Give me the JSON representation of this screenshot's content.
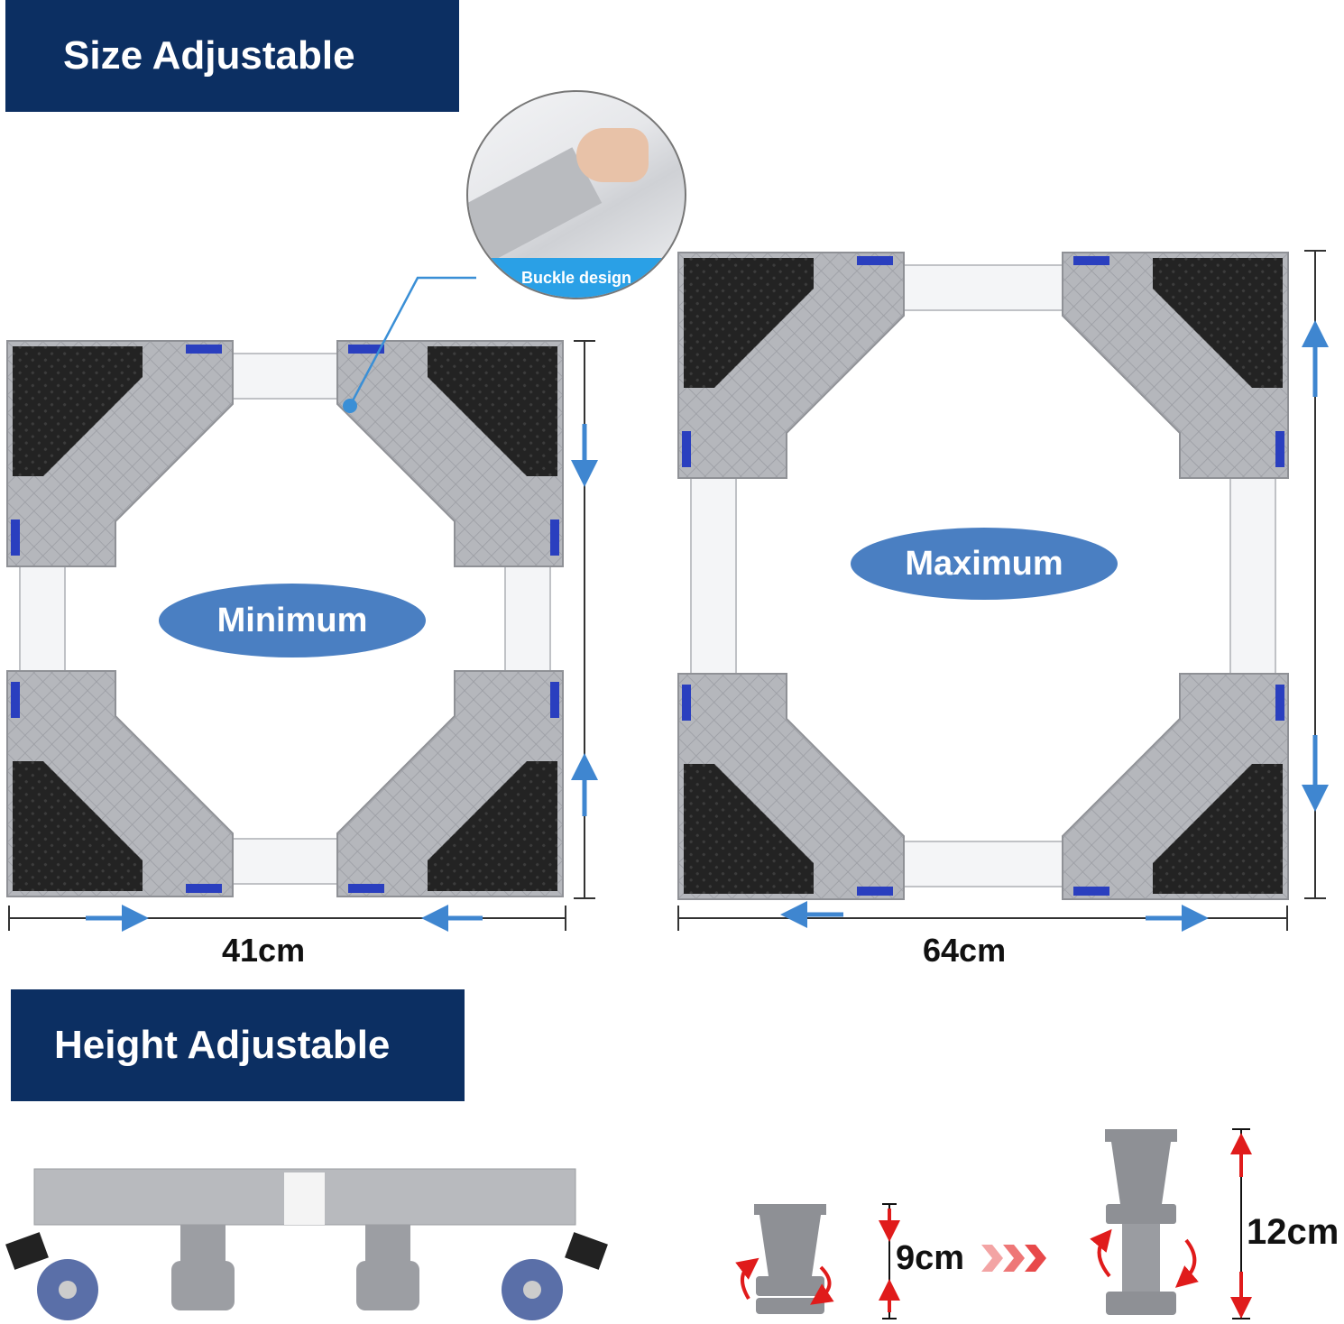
{
  "size_section": {
    "banner": "Size Adjustable",
    "buckle_label": "Buckle design",
    "minimum": {
      "label": "Minimum",
      "width": "41cm"
    },
    "maximum": {
      "label": "Maximum",
      "width": "64cm"
    }
  },
  "height_section": {
    "banner": "Height Adjustable",
    "min_height": "9cm",
    "max_height": "12cm"
  },
  "colors": {
    "banner": "#0c2f62",
    "oval": "#4a7fc2",
    "frame_gray": "#b9bbc0",
    "pad": "#1e1e1e",
    "arrow_blue": "#3f86d0",
    "arrow_red": "#e01b1b"
  }
}
